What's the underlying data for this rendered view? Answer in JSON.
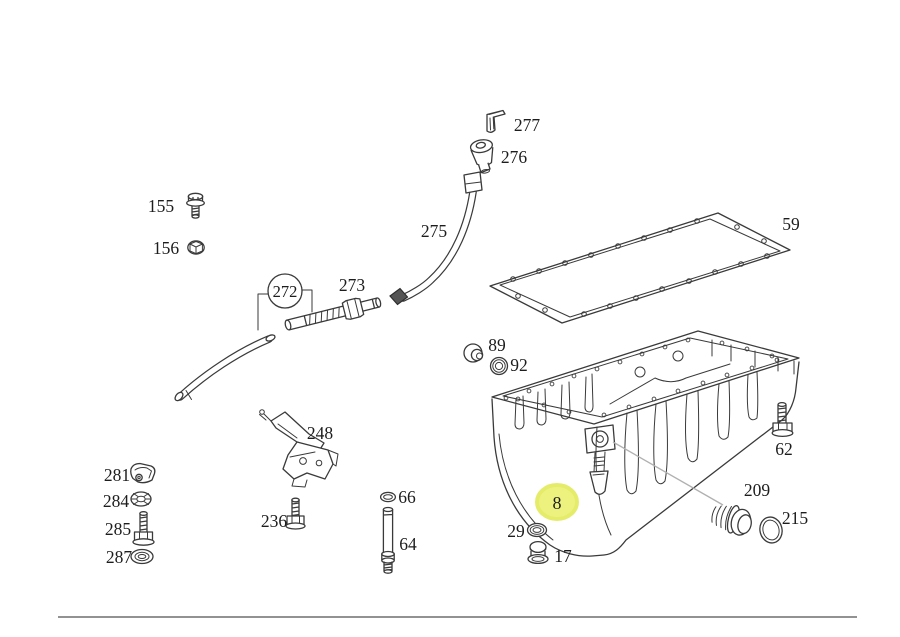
{
  "diagram": {
    "background": "#ffffff",
    "stroke_color": "#3a3a3a",
    "leader_color": "#b0b0b0",
    "divider_color": "#6e6e6e",
    "highlight": {
      "fill": "#edf279",
      "stroke": "#e4eb63",
      "label_color": "#7a4b32"
    },
    "parts": {
      "p8": {
        "label": "8",
        "highlighted": true
      },
      "p17": {
        "label": "17"
      },
      "p29": {
        "label": "29"
      },
      "p59": {
        "label": "59"
      },
      "p62": {
        "label": "62"
      },
      "p64": {
        "label": "64"
      },
      "p66": {
        "label": "66"
      },
      "p89": {
        "label": "89"
      },
      "p92": {
        "label": "92"
      },
      "p155": {
        "label": "155"
      },
      "p156": {
        "label": "156"
      },
      "p209": {
        "label": "209"
      },
      "p215": {
        "label": "215"
      },
      "p236": {
        "label": "236"
      },
      "p248": {
        "label": "248"
      },
      "p272": {
        "label": "272",
        "circled": true
      },
      "p273": {
        "label": "273"
      },
      "p275": {
        "label": "275"
      },
      "p276": {
        "label": "276"
      },
      "p277": {
        "label": "277"
      },
      "p281": {
        "label": "281"
      },
      "p284": {
        "label": "284"
      },
      "p285": {
        "label": "285"
      },
      "p287": {
        "label": "287"
      }
    }
  }
}
